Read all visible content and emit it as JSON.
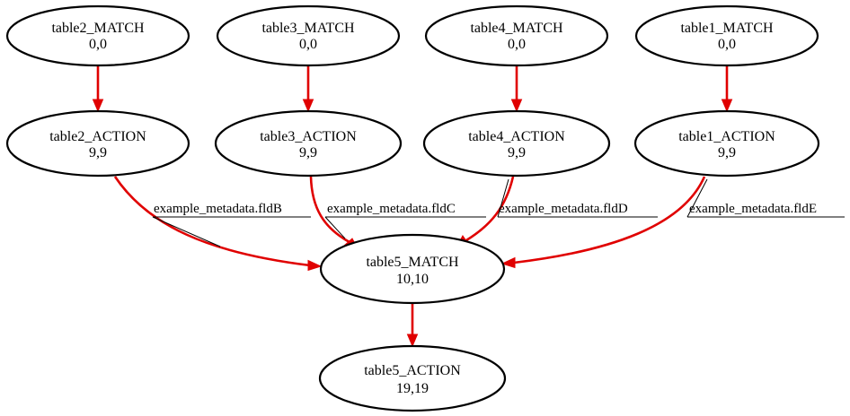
{
  "colors": {
    "edge": "#e00000",
    "node_stroke": "#000000",
    "background": "#ffffff"
  },
  "nodes": {
    "table2_match": {
      "title": "table2_MATCH",
      "value": "0,0"
    },
    "table3_match": {
      "title": "table3_MATCH",
      "value": "0,0"
    },
    "table4_match": {
      "title": "table4_MATCH",
      "value": "0,0"
    },
    "table1_match": {
      "title": "table1_MATCH",
      "value": "0,0"
    },
    "table2_action": {
      "title": "table2_ACTION",
      "value": "9,9"
    },
    "table3_action": {
      "title": "table3_ACTION",
      "value": "9,9"
    },
    "table4_action": {
      "title": "table4_ACTION",
      "value": "9,9"
    },
    "table1_action": {
      "title": "table1_ACTION",
      "value": "9,9"
    },
    "table5_match": {
      "title": "table5_MATCH",
      "value": "10,10"
    },
    "table5_action": {
      "title": "table5_ACTION",
      "value": "19,19"
    }
  },
  "edges": {
    "table2_action_to_table5_match": "example_metadata.fldB",
    "table3_action_to_table5_match": "example_metadata.fldC",
    "table4_action_to_table5_match": "example_metadata.fldD",
    "table1_action_to_table5_match": "example_metadata.fldE"
  }
}
